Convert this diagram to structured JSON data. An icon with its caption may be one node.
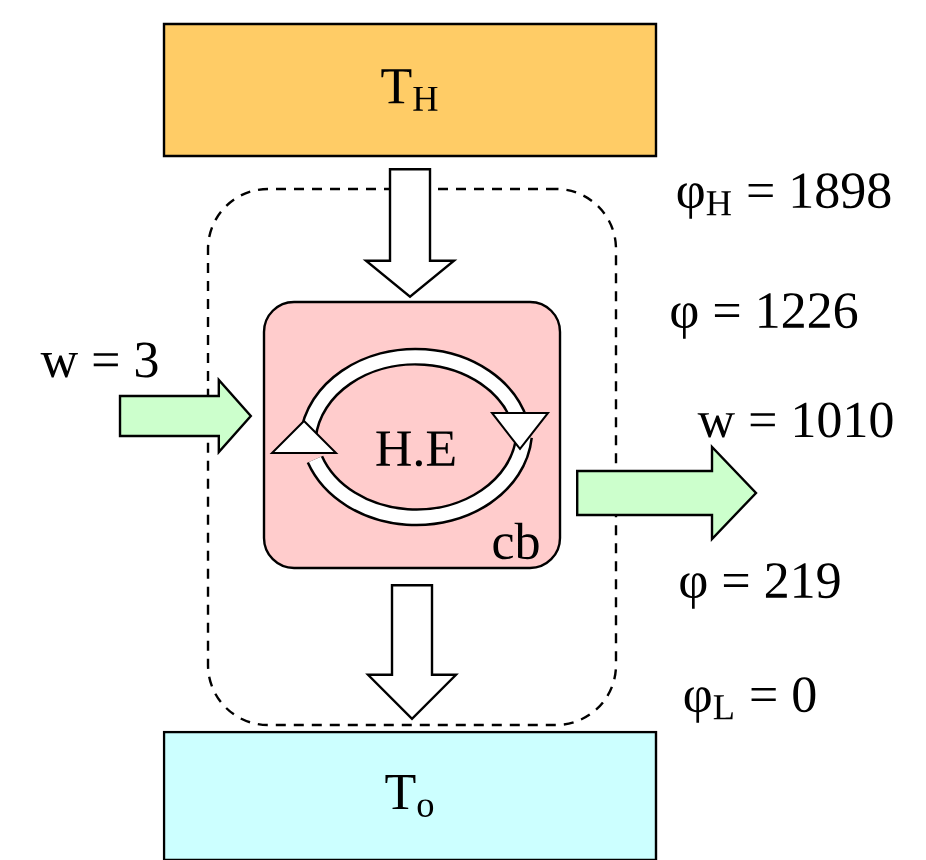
{
  "diagram": {
    "nodes": [
      {
        "text": [
          "T$_{H}$"
        ]
      },
      {
        "text": [],
        "shape": "box"
      },
      {
        "text": [
          "H.E",
          "cb"
        ],
        "in": 1
      },
      {
        "text": [
          "T$_{o}$"
        ]
      }
    ],
    "edges": [
      {
        "from": 0,
        "to": 2,
        "arrow": "to"
      },
      {
        "from": 2,
        "to": 3,
        "arrow": "to"
      },
      {
        "from": null,
        "to": 2,
        "arrow": "to",
        "label": "w = 3",
        "color": "#ccffcc"
      },
      {
        "from": 2,
        "to": null,
        "arrow": "to",
        "label": "w = 1010",
        "color": "#ccffcc"
      }
    ],
    "labels": [
      "φ$_{H}$ = 1898",
      "φ = 1226",
      "φ  = 219",
      "φ$_{L}$ = 0"
    ]
  }
}
